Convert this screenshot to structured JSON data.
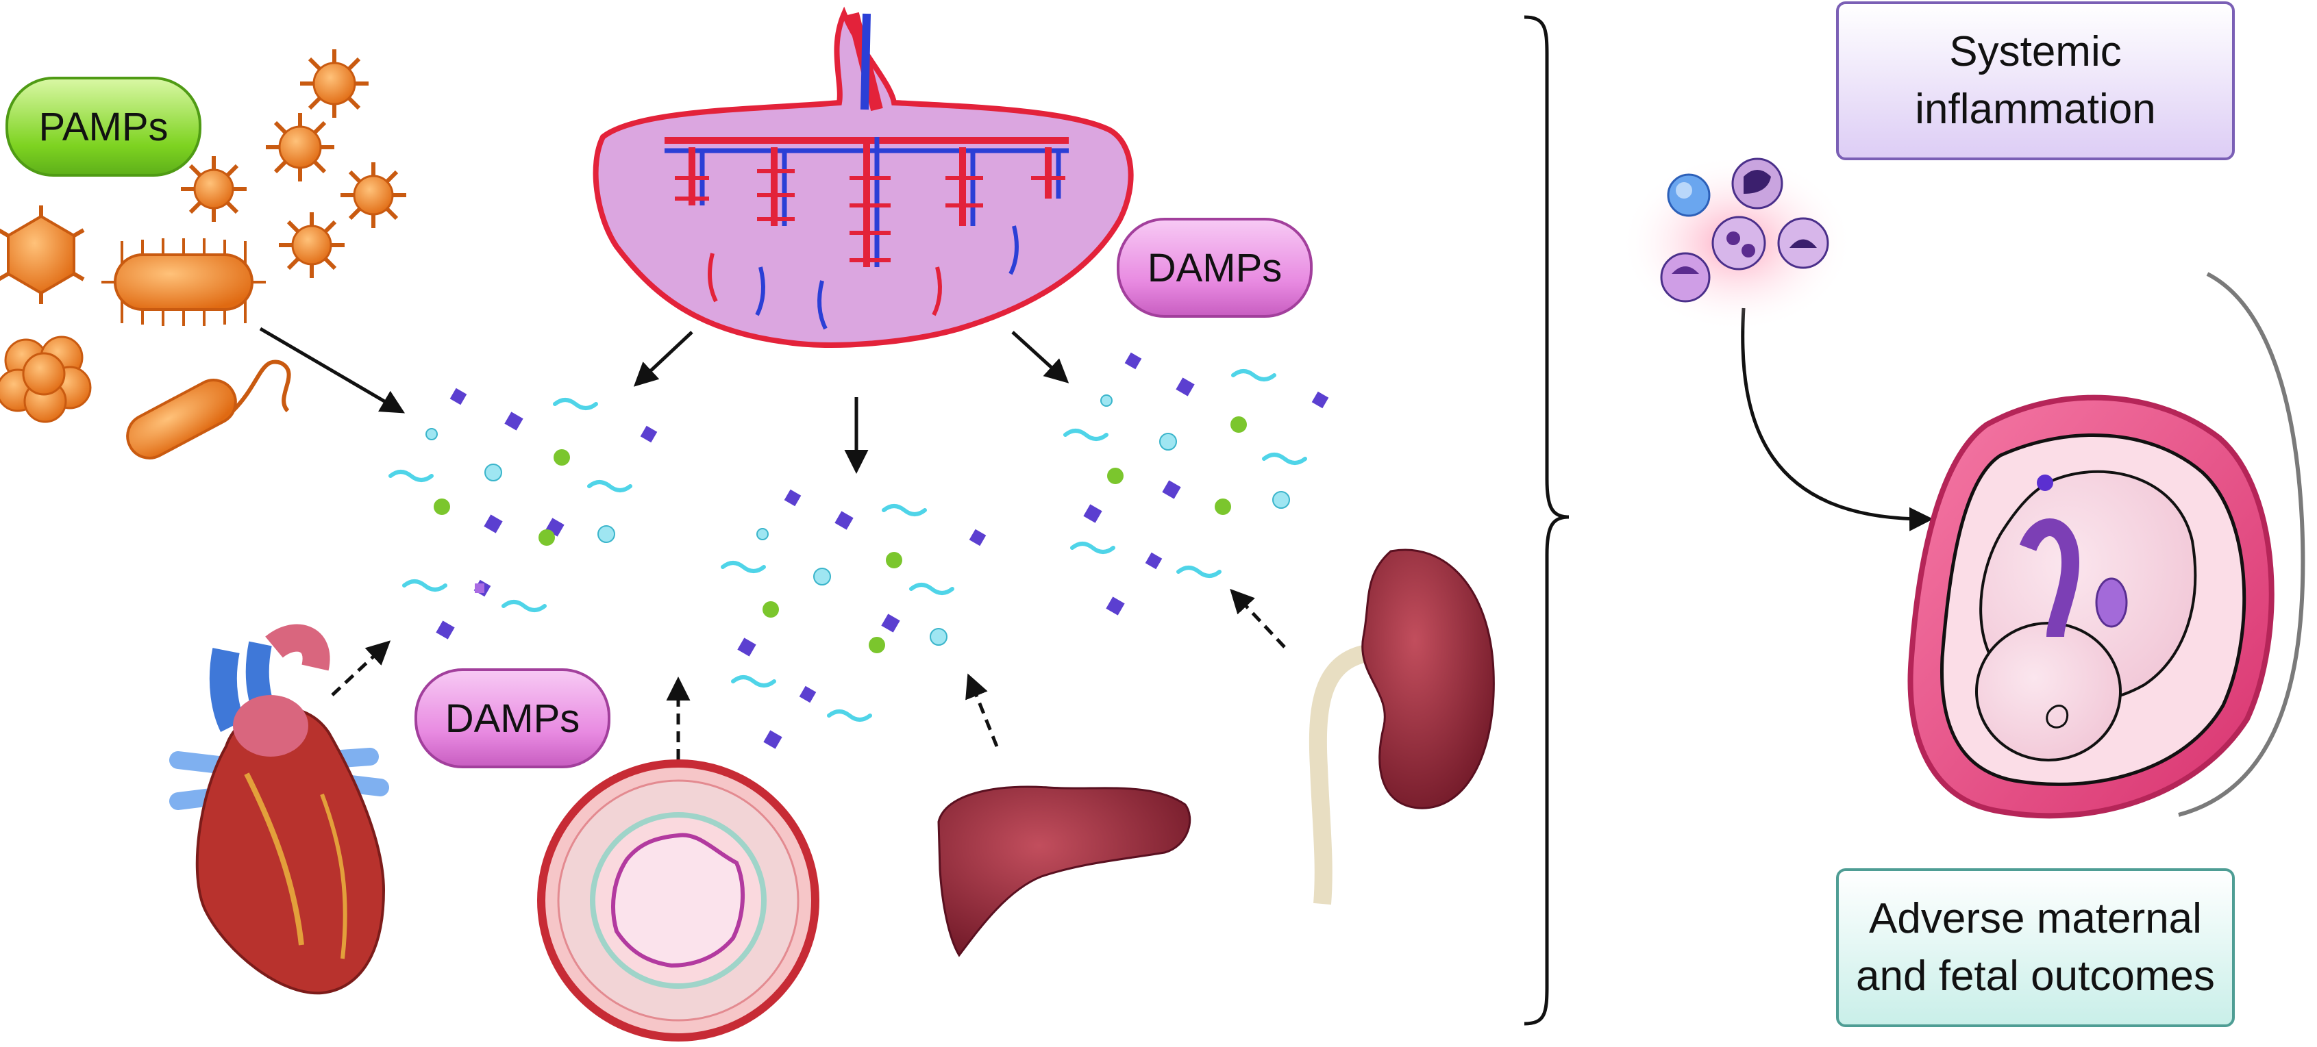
{
  "labels": {
    "pamps": "PAMPs",
    "damps_top": "DAMPs",
    "damps_bottom": "DAMPs",
    "systemic_line1": "Systemic",
    "systemic_line2": "inflammation",
    "adverse_line1": "Adverse maternal",
    "adverse_line2": "and fetal outcomes"
  },
  "colors": {
    "pamps_green": "#7ed321",
    "damps_pink": "#e88ae1",
    "pathogen_orange": "#f08a2c",
    "organ_red": "#8e2334",
    "placenta_purple": "#dba6e0",
    "artery_red": "#e3223a",
    "vein_blue": "#2b3fd6",
    "molecule_cyan": "#4fd4e8",
    "molecule_purple": "#5b3fd0",
    "molecule_green": "#7bc62d",
    "uterus_pink": "#ec4f8a",
    "systemic_box": "#ddcdf5",
    "adverse_box": "#c9efe9"
  },
  "icons": [
    "virus-icon",
    "bacillus-icon",
    "cocci-cluster-icon",
    "hexagon-pathogen-icon",
    "placenta-icon",
    "heart-icon",
    "blood-vessel-icon",
    "liver-icon",
    "kidney-icon",
    "immune-cells-icon",
    "fetus-in-uterus-icon",
    "brace-icon"
  ]
}
